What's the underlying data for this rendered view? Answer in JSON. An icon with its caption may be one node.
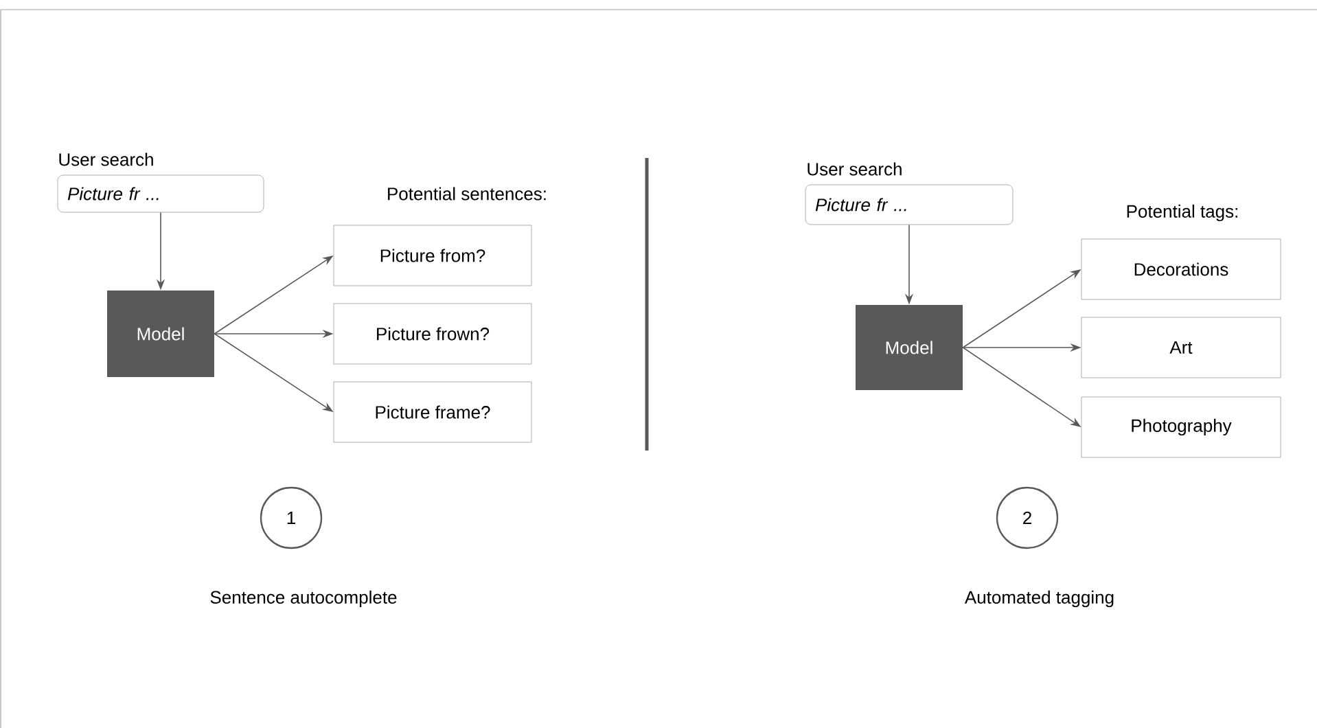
{
  "diagram": {
    "nodes": [
      {
        "text": [
          "User search",
          "Picture fr ..."
        ]
      },
      {
        "text": [
          "Model"
        ]
      },
      {
        "text": [
          "Picture from?"
        ]
      },
      {
        "text": [
          "Picture frown?"
        ]
      },
      {
        "text": [
          "Picture frame?"
        ]
      },
      {
        "text": [
          "1"
        ],
        "beside": [
          "Sentence autocomplete"
        ]
      },
      {
        "text": [
          "User search",
          "Picture fr ..."
        ]
      },
      {
        "text": [
          "Model"
        ]
      },
      {
        "text": [
          "Decorations"
        ]
      },
      {
        "text": [
          "Art"
        ]
      },
      {
        "text": [
          "Photography"
        ]
      },
      {
        "text": [
          "2"
        ],
        "beside": [
          "Automated tagging"
        ]
      }
    ],
    "edges": [
      {
        "from": 0,
        "to": 1,
        "arrow": "to"
      },
      {
        "from": 1,
        "to": 2,
        "arrow": "to"
      },
      {
        "from": 1,
        "to": 3,
        "arrow": "to"
      },
      {
        "from": 1,
        "to": 4,
        "arrow": "to"
      },
      {
        "from": 6,
        "to": 7,
        "arrow": "to"
      },
      {
        "from": 7,
        "to": 8,
        "arrow": "to"
      },
      {
        "from": 7,
        "to": 9,
        "arrow": "to"
      },
      {
        "from": 7,
        "to": 10,
        "arrow": "to"
      }
    ],
    "labels": [
      "Potential sentences:",
      "Potential tags:"
    ]
  }
}
